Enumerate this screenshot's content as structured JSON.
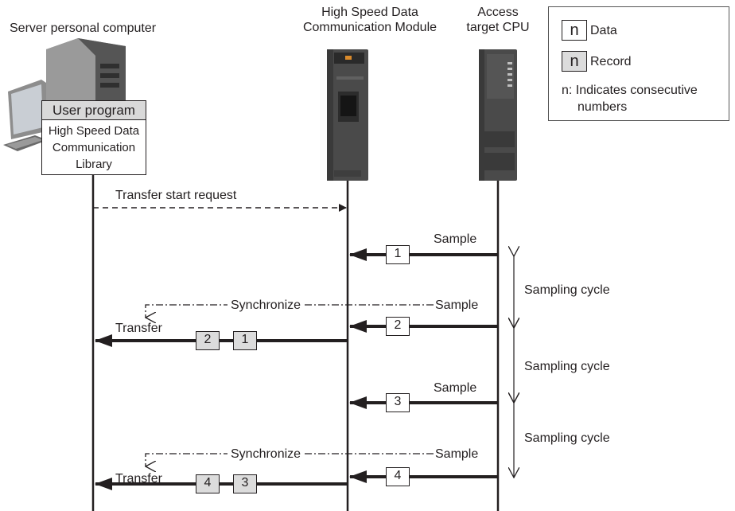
{
  "headers": {
    "server": "Server personal computer",
    "module_line1": "High Speed Data",
    "module_line2": "Communication Module",
    "cpu_line1": "Access",
    "cpu_line2": "target CPU"
  },
  "pc_panel": {
    "user_program": "User program",
    "library_line1": "High Speed Data",
    "library_line2": "Communication",
    "library_line3": "Library"
  },
  "legend": {
    "data_symbol": "n",
    "data_label": "Data",
    "record_symbol": "n",
    "record_label": "Record",
    "note_line1": "n: Indicates consecutive",
    "note_line2": "numbers"
  },
  "flow": {
    "transfer_start_request": "Transfer start request",
    "sample": "Sample",
    "synchronize": "Synchronize",
    "transfer": "Transfer",
    "sampling_cycle": "Sampling cycle"
  },
  "data_items": [
    "1",
    "2",
    "3",
    "4"
  ],
  "records": [
    "2",
    "1",
    "4",
    "3"
  ],
  "colors": {
    "line": "#231f20",
    "record_fill": "#dcdcdc",
    "device_body": "#4a4a4a"
  }
}
